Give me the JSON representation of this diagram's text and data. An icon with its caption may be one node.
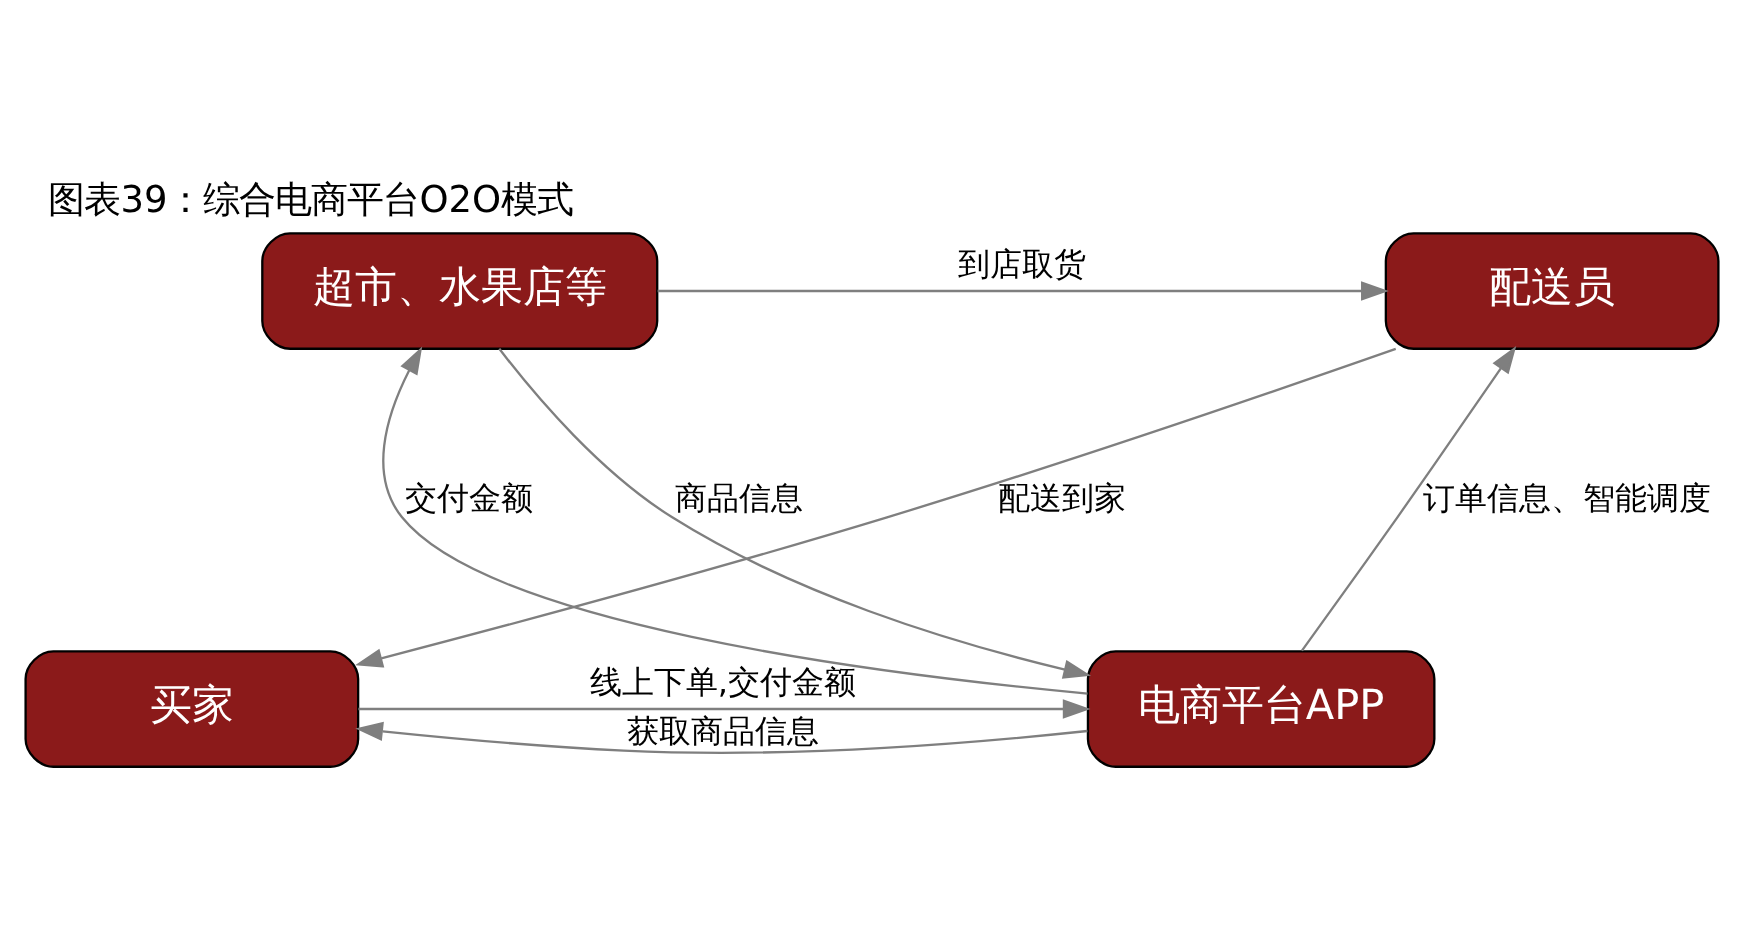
{
  "diagram": {
    "title": "图表39：综合电商平台O2O模式",
    "nodes": [
      {
        "text": [
          "配送员"
        ]
      },
      {
        "text": [
          "超市、水果店等"
        ]
      },
      {
        "text": [
          "买家"
        ]
      },
      {
        "text": [
          "电商平台APP"
        ]
      }
    ],
    "edges": [
      {
        "from": 1,
        "to": 0,
        "arrow": "to",
        "label": "到店取货"
      },
      {
        "from": 0,
        "to": 2,
        "arrow": "to",
        "label": "配送到家"
      },
      {
        "from": 3,
        "to": 0,
        "arrow": "to",
        "label": "订单信息、智能调度"
      },
      {
        "from": 1,
        "to": 3,
        "arrow": "to",
        "label": "商品信息"
      },
      {
        "from": 3,
        "to": 1,
        "arrow": "to",
        "label": "交付金额"
      },
      {
        "from": 2,
        "to": 3,
        "arrow": "to",
        "label": "线上下单,交付金额"
      },
      {
        "from": 3,
        "to": 2,
        "arrow": "to",
        "label": "获取商品信息"
      }
    ]
  }
}
